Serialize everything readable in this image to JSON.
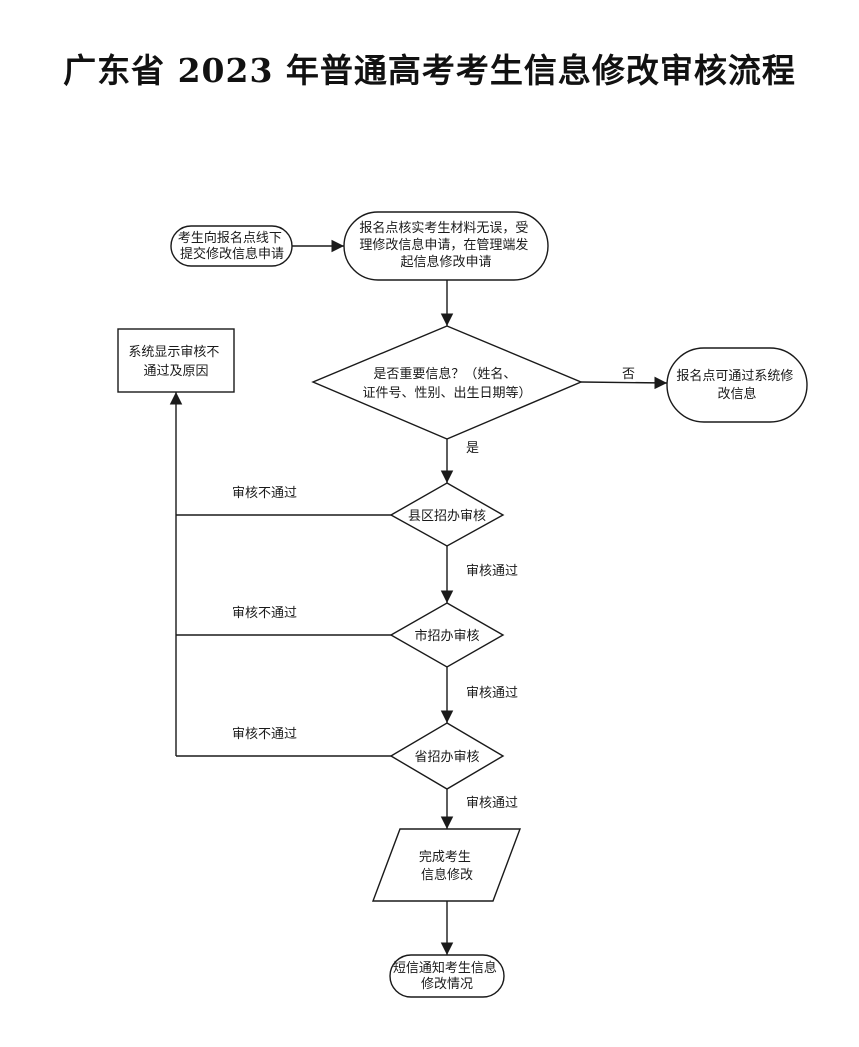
{
  "title": "广东省 2023 年普通高考考生信息修改审核流程",
  "nodes": {
    "start": [
      "考生向报名点线下",
      "提交修改信息申请"
    ],
    "verify": [
      "报名点核实考生材料无误，受",
      "理修改信息申请，在管理端发",
      "起信息修改申请"
    ],
    "decision": [
      "是否重要信息？（姓名、",
      "证件号、性别、出生日期等）"
    ],
    "local_edit": [
      "报名点可通过系统修",
      "改信息"
    ],
    "county": [
      "县区招办审核"
    ],
    "city": [
      "市招办审核"
    ],
    "province": [
      "省招办审核"
    ],
    "reject_display": [
      "系统显示审核不",
      "通过及原因"
    ],
    "complete": [
      "完成考生",
      "信息修改"
    ],
    "notify": [
      "短信通知考生信息",
      "修改情况"
    ]
  },
  "edges": {
    "no": "否",
    "yes": "是",
    "fail_county": "审核不通过",
    "fail_city": "审核不通过",
    "fail_province": "审核不通过",
    "pass_county": "审核通过",
    "pass_city": "审核通过",
    "pass_province": "审核通过"
  }
}
